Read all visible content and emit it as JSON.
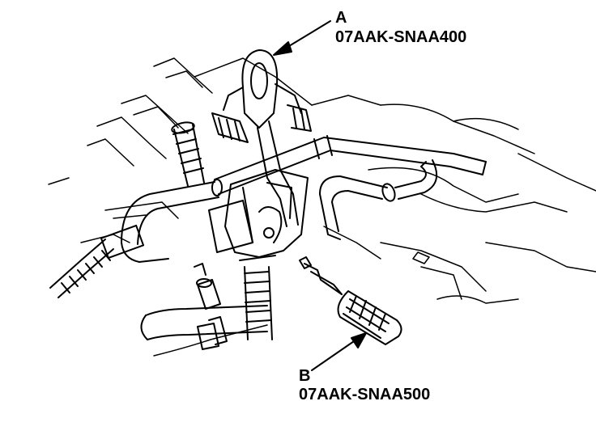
{
  "callouts": [
    {
      "letter": "A",
      "part_number": "07AAK-SNAA400"
    },
    {
      "letter": "B",
      "part_number": "07AAK-SNAA500"
    }
  ],
  "colors": {
    "line": "#000000",
    "background": "#ffffff"
  }
}
